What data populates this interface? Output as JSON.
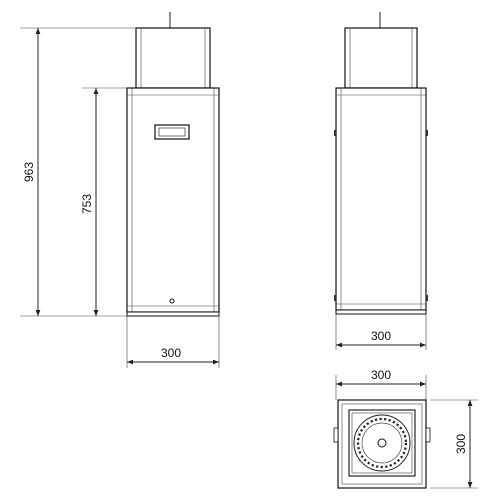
{
  "diagram": {
    "front_view": {
      "total_height_label": "963",
      "body_height_label": "753",
      "width_label": "300"
    },
    "side_view": {
      "width_label": "300"
    },
    "top_view": {
      "width_label": "300",
      "depth_label": "300"
    }
  }
}
